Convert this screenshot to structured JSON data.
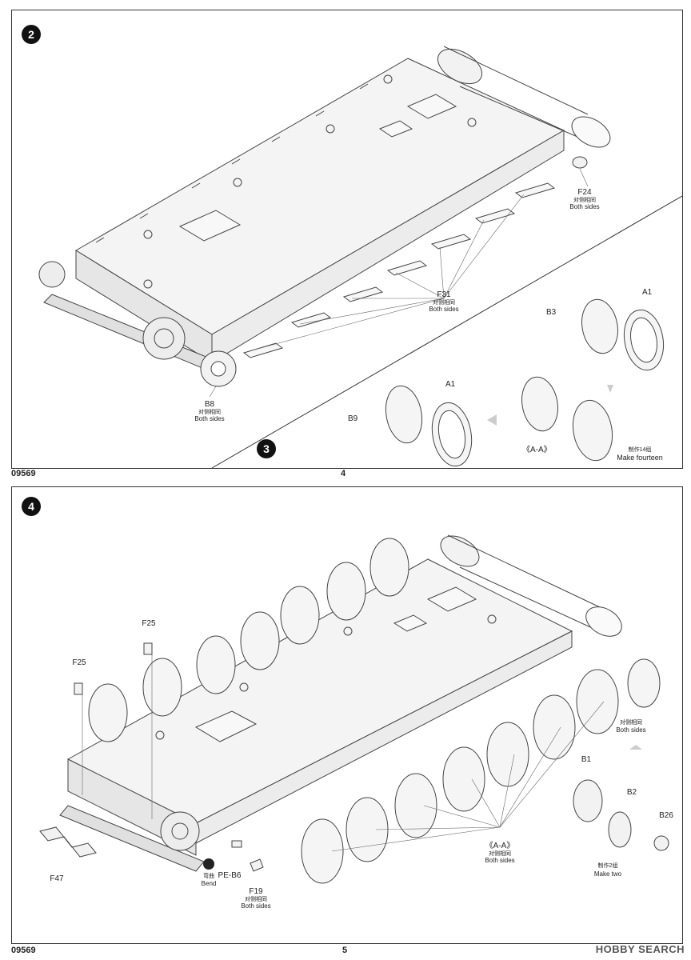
{
  "step_top": {
    "number": "2",
    "next_number": "3"
  },
  "step_bottom": {
    "number": "4"
  },
  "top_callouts": {
    "f24": {
      "code": "F24",
      "cn": "对侧相同",
      "en": "Both sides"
    },
    "f31": {
      "code": "F31",
      "cn": "对侧相同",
      "en": "Both sides"
    },
    "b8": {
      "code": "B8",
      "cn": "对侧相同",
      "en": "Both sides"
    },
    "a1_top": "A1",
    "b3": "B3",
    "a1_mid": "A1",
    "b9": "B9",
    "aa": "《A-A》",
    "make": {
      "cn": "制作14组",
      "en": "Make fourteen"
    }
  },
  "bottom_callouts": {
    "f25_a": "F25",
    "f25_b": "F25",
    "f47": "F47",
    "bend": {
      "cn": "弯曲",
      "en": "Bend"
    },
    "pe_b6": "PE-B6",
    "f19": {
      "code": "F19",
      "cn": "对侧相同",
      "en": "Both sides"
    },
    "aa": {
      "code": "《A-A》",
      "cn": "对侧相同",
      "en": "Both sides"
    },
    "sprocket_both": {
      "cn": "对侧相同",
      "en": "Both sides"
    },
    "b1": "B1",
    "b2": "B2",
    "b26": "B26",
    "make": {
      "cn": "制作2组",
      "en": "Make two"
    }
  },
  "footer": {
    "top_code": "09569",
    "top_page": "4",
    "bottom_code": "09569",
    "bottom_page": "5",
    "watermark": "HOBBY SEARCH"
  }
}
